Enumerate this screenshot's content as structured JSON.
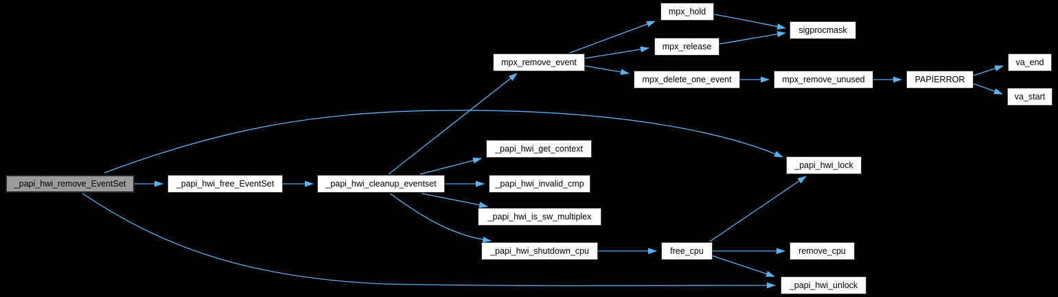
{
  "diagram": {
    "kind": "function-call-graph",
    "colors": {
      "background": "#000000",
      "edge": "#5cb1f0",
      "node_fill": "#ffffff",
      "node_border": "#404040",
      "node_text": "#000000",
      "highlight_fill": "#9c9c9c",
      "highlight_border": "#252525"
    },
    "nodes": [
      {
        "id": "remove-eventset",
        "label": "_papi_hwi_remove_EventSet",
        "highlighted": true
      },
      {
        "id": "free-eventset",
        "label": "_papi_hwi_free_EventSet",
        "highlighted": false
      },
      {
        "id": "cleanup-eventset",
        "label": "_papi_hwi_cleanup_eventset",
        "highlighted": false
      },
      {
        "id": "get-context",
        "label": "_papi_hwi_get_context",
        "highlighted": false
      },
      {
        "id": "invalid-cmp",
        "label": "_papi_hwi_invalid_cmp",
        "highlighted": false
      },
      {
        "id": "is-sw-multiplex",
        "label": "_papi_hwi_is_sw_multiplex",
        "highlighted": false
      },
      {
        "id": "shutdown-cpu",
        "label": "_papi_hwi_shutdown_cpu",
        "highlighted": false
      },
      {
        "id": "mpx-remove-event",
        "label": "mpx_remove_event",
        "highlighted": false
      },
      {
        "id": "mpx-hold",
        "label": "mpx_hold",
        "highlighted": false
      },
      {
        "id": "mpx-release",
        "label": "mpx_release",
        "highlighted": false
      },
      {
        "id": "sigprocmask",
        "label": "sigprocmask",
        "highlighted": false
      },
      {
        "id": "mpx-delete-one-event",
        "label": "mpx_delete_one_event",
        "highlighted": false
      },
      {
        "id": "mpx-remove-unused",
        "label": "mpx_remove_unused",
        "highlighted": false
      },
      {
        "id": "papierror",
        "label": "PAPIERROR",
        "highlighted": false
      },
      {
        "id": "va-end",
        "label": "va_end",
        "highlighted": false
      },
      {
        "id": "va-start",
        "label": "va_start",
        "highlighted": false
      },
      {
        "id": "hwi-lock",
        "label": "_papi_hwi_lock",
        "highlighted": false
      },
      {
        "id": "free-cpu",
        "label": "free_cpu",
        "highlighted": false
      },
      {
        "id": "remove-cpu",
        "label": "remove_cpu",
        "highlighted": false
      },
      {
        "id": "hwi-unlock",
        "label": "_papi_hwi_unlock",
        "highlighted": false
      }
    ],
    "edges": [
      {
        "from": "remove-eventset",
        "to": "free-eventset"
      },
      {
        "from": "remove-eventset",
        "to": "hwi-lock"
      },
      {
        "from": "remove-eventset",
        "to": "hwi-unlock"
      },
      {
        "from": "free-eventset",
        "to": "cleanup-eventset"
      },
      {
        "from": "cleanup-eventset",
        "to": "mpx-remove-event"
      },
      {
        "from": "cleanup-eventset",
        "to": "get-context"
      },
      {
        "from": "cleanup-eventset",
        "to": "invalid-cmp"
      },
      {
        "from": "cleanup-eventset",
        "to": "is-sw-multiplex"
      },
      {
        "from": "cleanup-eventset",
        "to": "shutdown-cpu"
      },
      {
        "from": "mpx-remove-event",
        "to": "mpx-hold"
      },
      {
        "from": "mpx-remove-event",
        "to": "mpx-release"
      },
      {
        "from": "mpx-remove-event",
        "to": "mpx-delete-one-event"
      },
      {
        "from": "mpx-hold",
        "to": "sigprocmask"
      },
      {
        "from": "mpx-release",
        "to": "sigprocmask"
      },
      {
        "from": "mpx-delete-one-event",
        "to": "mpx-remove-unused"
      },
      {
        "from": "mpx-remove-unused",
        "to": "papierror"
      },
      {
        "from": "papierror",
        "to": "va-end"
      },
      {
        "from": "papierror",
        "to": "va-start"
      },
      {
        "from": "shutdown-cpu",
        "to": "free-cpu"
      },
      {
        "from": "free-cpu",
        "to": "hwi-lock"
      },
      {
        "from": "free-cpu",
        "to": "remove-cpu"
      },
      {
        "from": "free-cpu",
        "to": "hwi-unlock"
      }
    ]
  }
}
